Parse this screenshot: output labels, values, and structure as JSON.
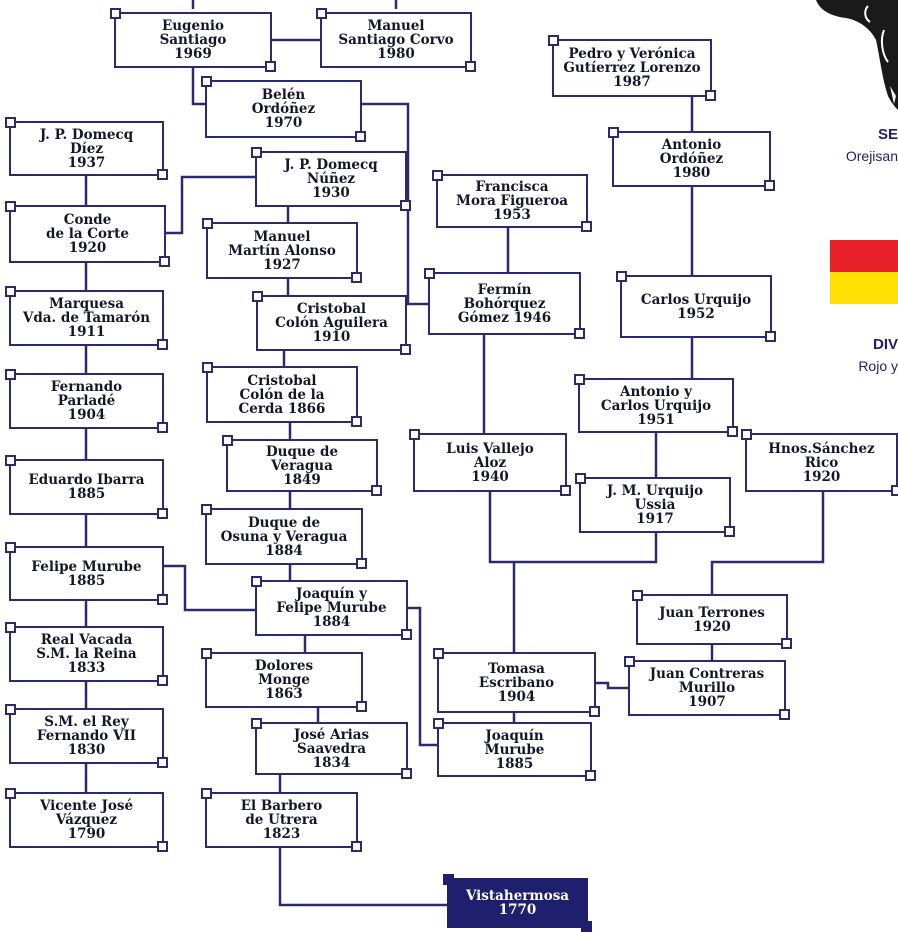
{
  "nodes": {
    "eugenio_santiago": {
      "l1": "Eugenio",
      "l2": "Santiago",
      "l3": "1969"
    },
    "manuel_santiago_corvo": {
      "l1": "Manuel",
      "l2": "Santiago Corvo",
      "l3": "1980"
    },
    "pedro_veronica": {
      "l1": "Pedro y Verónica",
      "l2": "Gutíerrez Lorenzo",
      "l3": "1987"
    },
    "belen_ordonez": {
      "l1": "Belén",
      "l2": "Ordóñez",
      "l3": "1970"
    },
    "jp_domecq_diez": {
      "l1": "J. P. Domecq",
      "l2": "Díez",
      "l3": "1937"
    },
    "antonio_ordonez": {
      "l1": "Antonio",
      "l2": "Ordóñez",
      "l3": "1980"
    },
    "jp_domecq_nunez": {
      "l1": "J. P. Domecq",
      "l2": "Núñez",
      "l3": "1930"
    },
    "francisca_mora": {
      "l1": "Francisca",
      "l2": "Mora Figueroa",
      "l3": "1953"
    },
    "conde_corte": {
      "l1": "Conde",
      "l2": "de la Corte",
      "l3": "1920"
    },
    "manuel_martin": {
      "l1": "Manuel",
      "l2": "Martín Alonso",
      "l3": "1927"
    },
    "fermin_bohorquez": {
      "l1": "Fermín",
      "l2": "Bohórquez",
      "l3": "Gómez 1946"
    },
    "carlos_urquijo": {
      "l1": "Carlos Urquijo",
      "l2": "1952"
    },
    "marquesa_tamaron": {
      "l1": "Marquesa",
      "l2": "Vda. de Tamarón",
      "l3": "1911"
    },
    "colon_aguilera": {
      "l1": "Cristobal",
      "l2": "Colón Aguilera",
      "l3": "1910"
    },
    "colon_cerda": {
      "l1": "Cristobal",
      "l2": "Colón de la",
      "l3": "Cerda 1866"
    },
    "fernando_parlade": {
      "l1": "Fernando",
      "l2": "Parladé",
      "l3": "1904"
    },
    "antonio_carlos_urquijo": {
      "l1": "Antonio y",
      "l2": "Carlos Urquijo",
      "l3": "1951"
    },
    "duque_veragua": {
      "l1": "Duque de",
      "l2": "Veragua",
      "l3": "1849"
    },
    "luis_vallejo": {
      "l1": "Luis Vallejo",
      "l2": "Aloz",
      "l3": "1940"
    },
    "hnos_sanchez_rico": {
      "l1": "Hnos.Sánchez",
      "l2": "Rico",
      "l3": "1920"
    },
    "eduardo_ibarra": {
      "l1": "Eduardo Ibarra",
      "l2": "1885"
    },
    "jm_urquijo": {
      "l1": "J. M. Urquijo",
      "l2": "Ussia",
      "l3": "1917"
    },
    "duque_osuna": {
      "l1": "Duque de",
      "l2": "Osuna y Veragua",
      "l3": "1884"
    },
    "felipe_murube": {
      "l1": "Felipe Murube",
      "l2": "1885"
    },
    "joaquin_felipe_murube": {
      "l1": "Joaquín y",
      "l2": "Felipe Murube",
      "l3": "1884"
    },
    "juan_terrones": {
      "l1": "Juan Terrones",
      "l2": "1920"
    },
    "real_vacada": {
      "l1": "Real Vacada",
      "l2": "S.M. la Reina",
      "l3": "1833"
    },
    "dolores_monge": {
      "l1": "Dolores",
      "l2": "Monge",
      "l3": "1863"
    },
    "tomasa_escribano": {
      "l1": "Tomasa",
      "l2": "Escribano",
      "l3": "1904"
    },
    "juan_contreras": {
      "l1": "Juan Contreras",
      "l2": "Murillo",
      "l3": "1907"
    },
    "rey_fernando": {
      "l1": "S.M. el Rey",
      "l2": "Fernando VII",
      "l3": "1830"
    },
    "jose_arias": {
      "l1": "José Arias",
      "l2": "Saavedra",
      "l3": "1834"
    },
    "joaquin_murube": {
      "l1": "Joaquín",
      "l2": "Murube",
      "l3": "1885"
    },
    "vicente_vazquez": {
      "l1": "Vicente José",
      "l2": "Vázquez",
      "l3": "1790"
    },
    "barbero_utrera": {
      "l1": "El Barbero",
      "l2": "de Utrera",
      "l3": "1823"
    },
    "vistahermosa": {
      "l1": "Vistahermosa",
      "l2": "1770"
    }
  },
  "side": {
    "label1_head": "SE",
    "label1_sub": "Orejisan",
    "label2_head": "DIV",
    "label2_sub": "Rojo y"
  },
  "colors": {
    "line": "#2b2a6e",
    "final_fill": "#1f1f6e",
    "flag_top": "#e8202a",
    "flag_bottom": "#ffe000"
  }
}
